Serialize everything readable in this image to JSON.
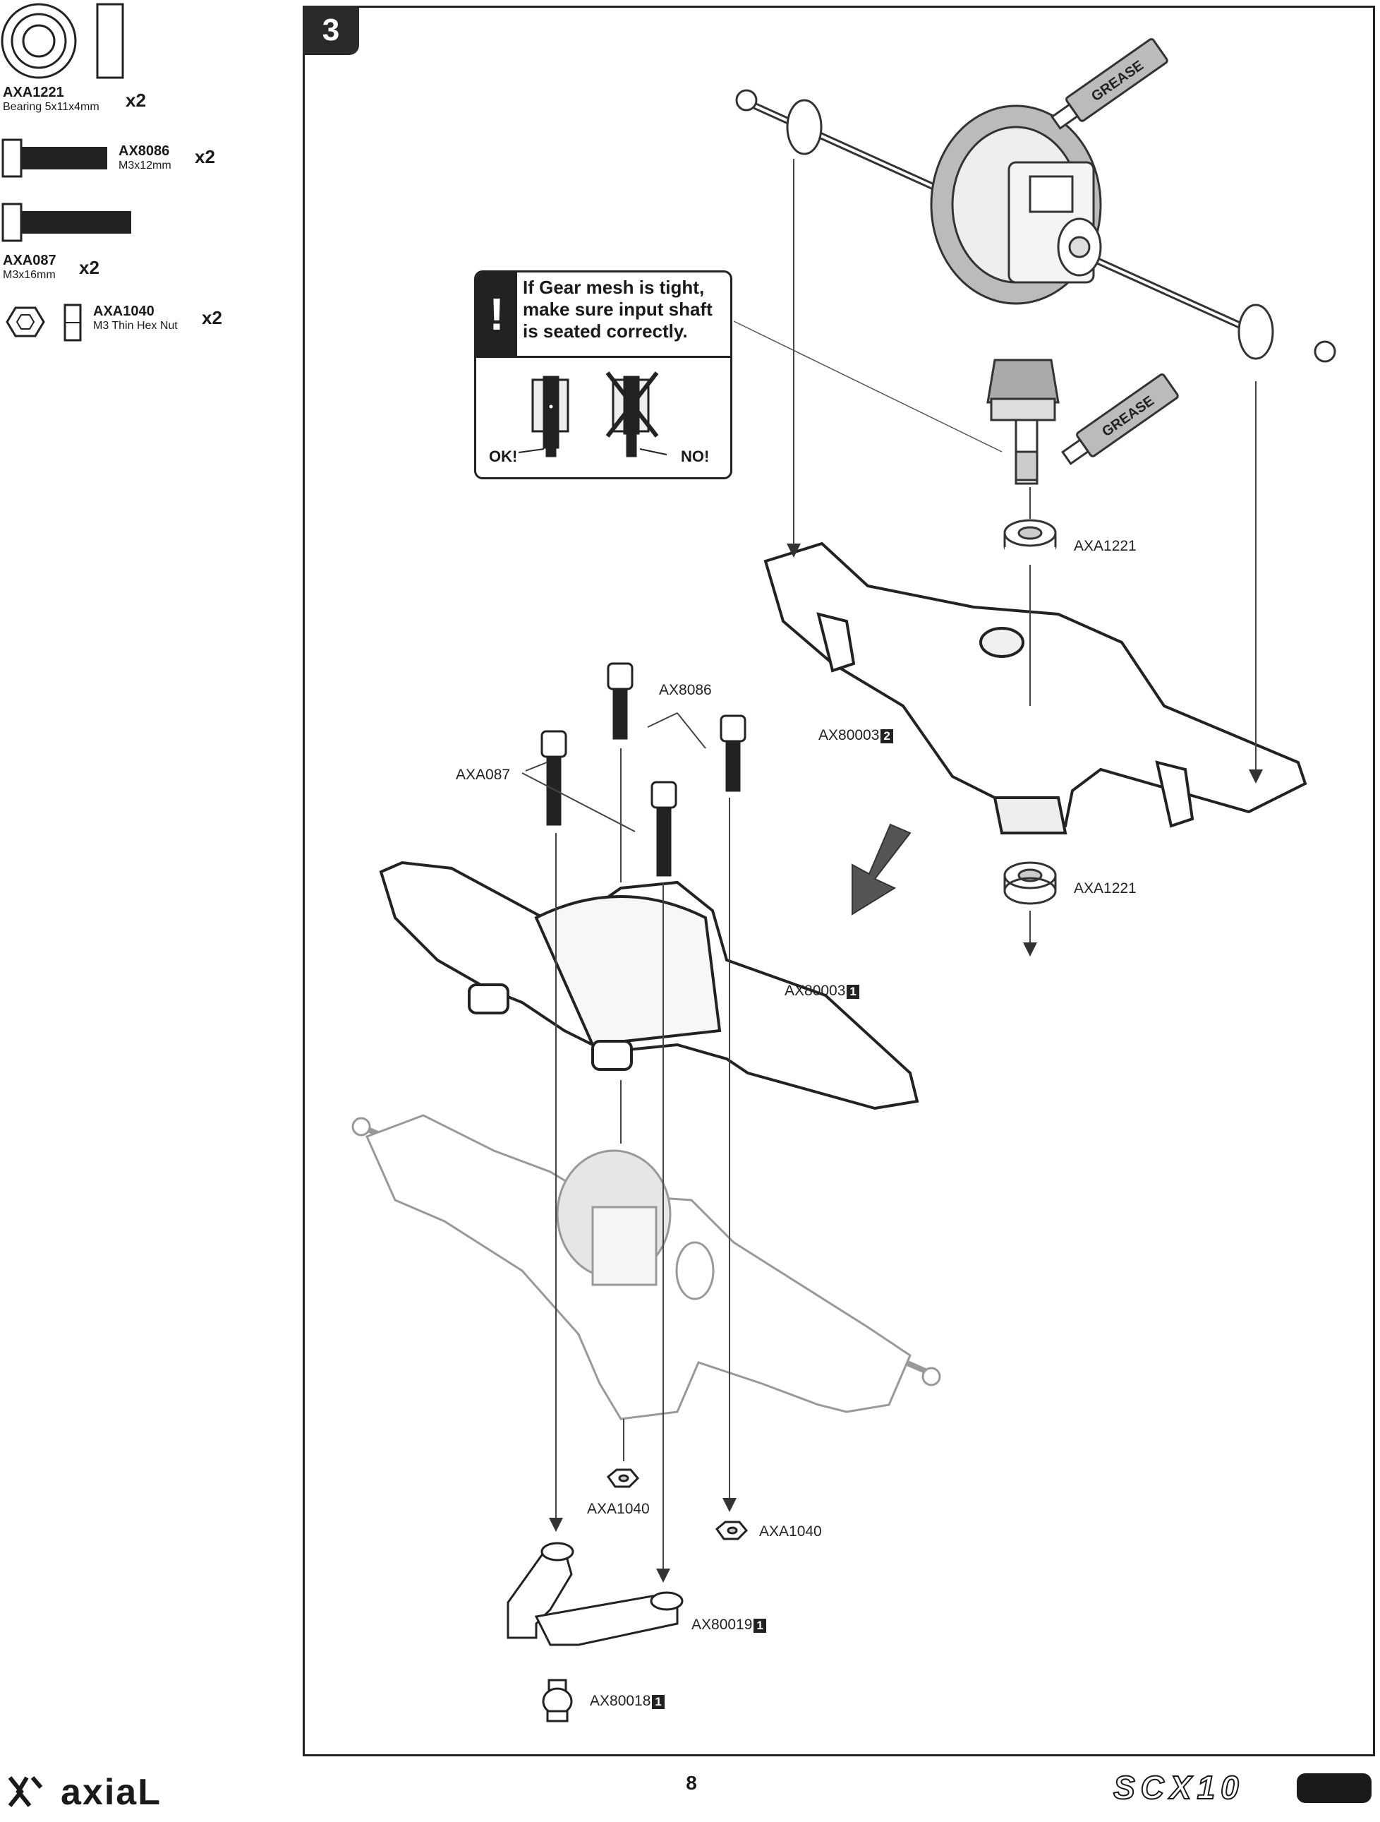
{
  "page": {
    "number": "8"
  },
  "brand": {
    "logo_text": "axiaL",
    "product_logo_text": "SCX10"
  },
  "parts": [
    {
      "code": "AXA1221",
      "description": "Bearing 5x11x4mm",
      "qty": "x2"
    },
    {
      "code": "AX8086",
      "description": "M3x12mm",
      "qty": "x2"
    },
    {
      "code": "AXA087",
      "description": "M3x16mm",
      "qty": "x2"
    },
    {
      "code": "AXA1040",
      "description": "M3 Thin Hex Nut",
      "qty": "x2"
    }
  ],
  "step": {
    "number": "3"
  },
  "warning": {
    "mark": "!",
    "text": "If Gear mesh is tight, make sure input shaft is seated correctly.",
    "ok_label": "OK!",
    "no_label": "NO!"
  },
  "grease_label": "GREASE",
  "callouts": {
    "bearing_top": "AXA1221",
    "bearing_bottom": "AXA1221",
    "housing_upper_code": "AX80003",
    "housing_upper_num": "2",
    "screw_12": "AX8086",
    "screw_16": "AXA087",
    "housing_lower_code": "AX80003",
    "housing_lower_num": "1",
    "nut_left": "AXA1040",
    "nut_right": "AXA1040",
    "link_mount_code": "AX80019",
    "link_mount_num": "1",
    "ball_code": "AX80018",
    "ball_num": "1"
  }
}
